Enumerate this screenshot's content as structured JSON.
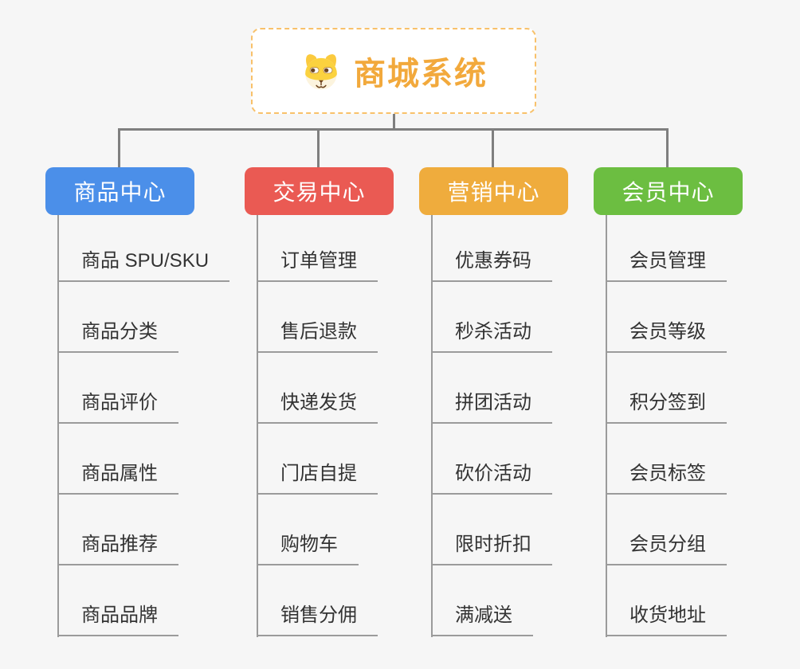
{
  "root": {
    "title": "商城系统",
    "icon": "dog-face-icon",
    "accent_color": "#F2A93C",
    "border_color": "#F8C16A"
  },
  "branches": [
    {
      "label": "商品中心",
      "color": "#4B8FE9",
      "items": [
        "商品 SPU/SKU",
        "商品分类",
        "商品评价",
        "商品属性",
        "商品推荐",
        "商品品牌"
      ]
    },
    {
      "label": "交易中心",
      "color": "#EA5A53",
      "items": [
        "订单管理",
        "售后退款",
        "快递发货",
        "门店自提",
        "购物车",
        "销售分佣"
      ]
    },
    {
      "label": "营销中心",
      "color": "#EFAC3D",
      "items": [
        "优惠券码",
        "秒杀活动",
        "拼团活动",
        "砍价活动",
        "限时折扣",
        "满减送"
      ]
    },
    {
      "label": "会员中心",
      "color": "#6CBE41",
      "items": [
        "会员管理",
        "会员等级",
        "积分签到",
        "会员标签",
        "会员分组",
        "收货地址"
      ]
    }
  ]
}
